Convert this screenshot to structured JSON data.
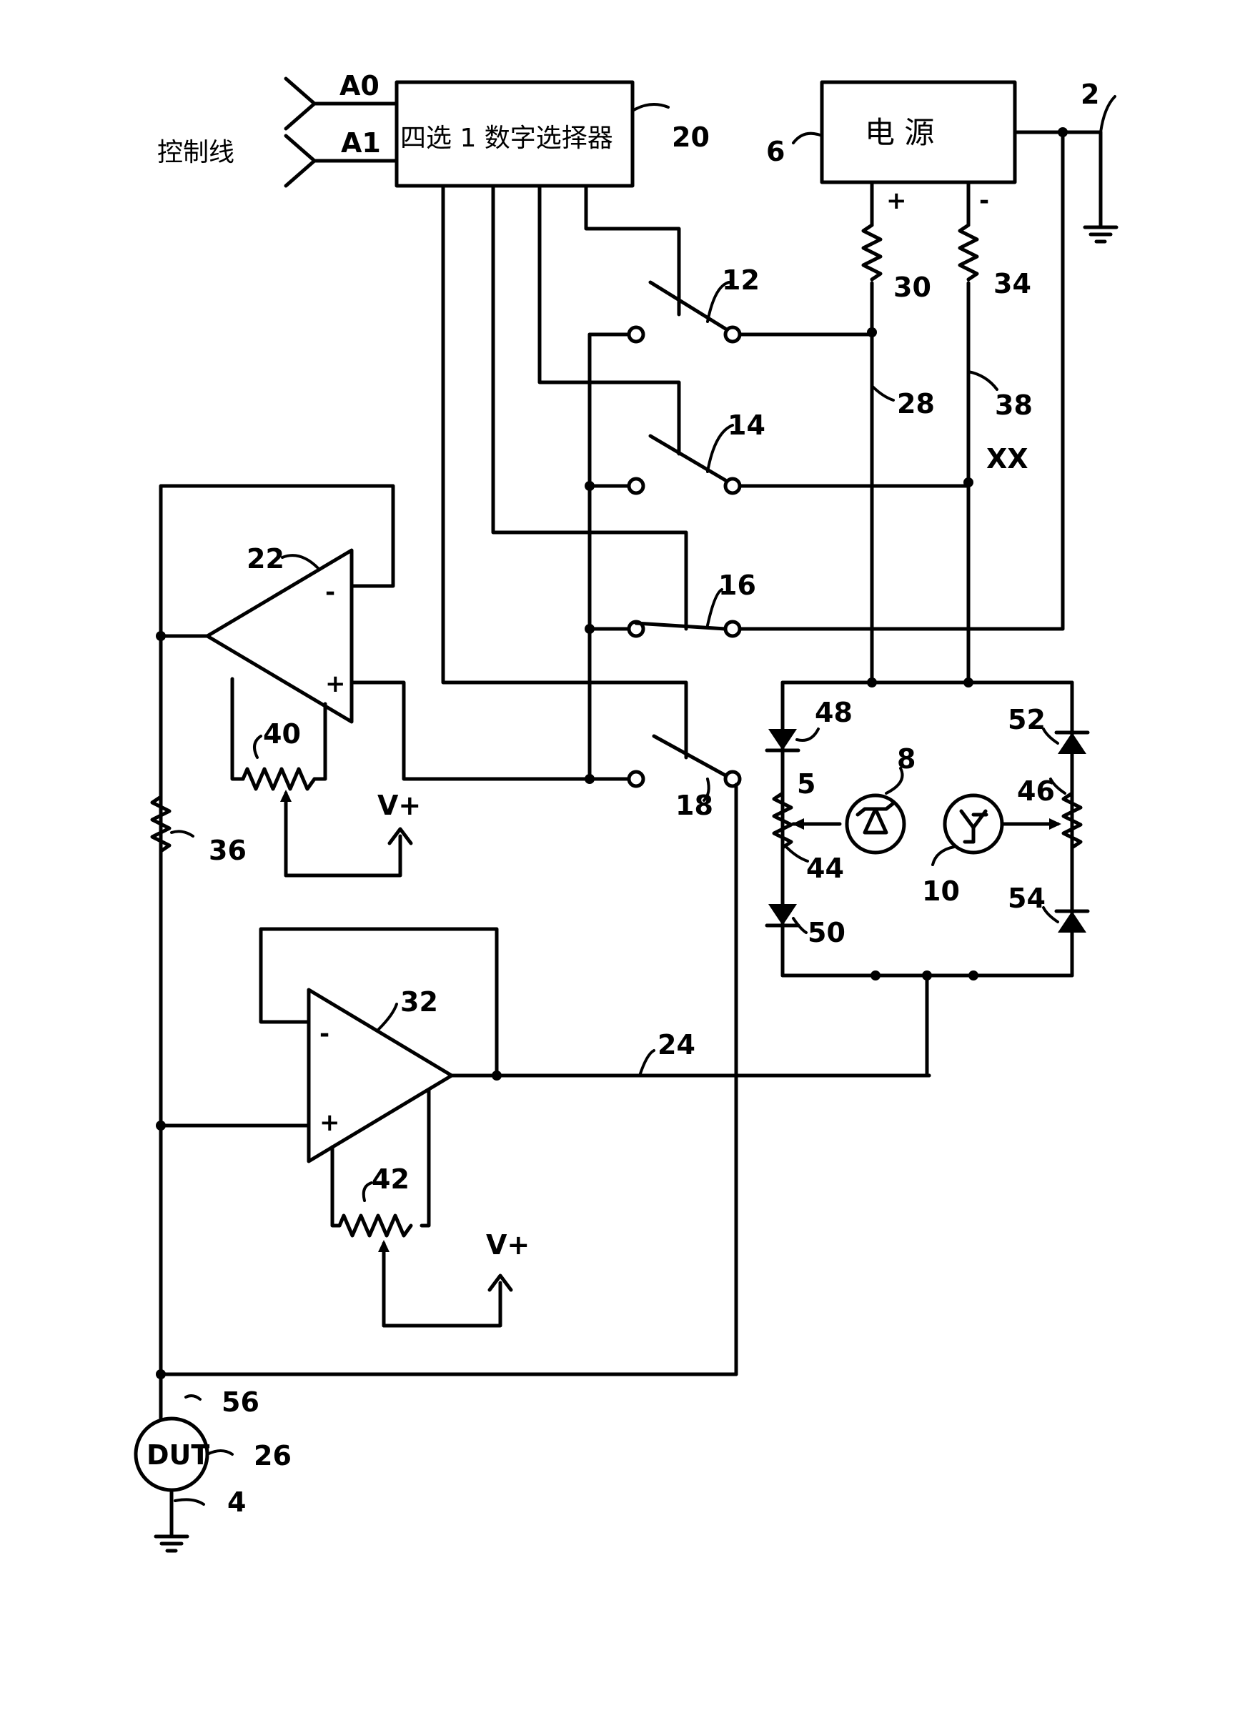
{
  "control_line_label": "控制线",
  "selector": {
    "text": "四选 1 数字选择器",
    "ref": "20",
    "inputs": [
      "A0",
      "A1"
    ]
  },
  "power_supply": {
    "text": "电  源",
    "ref": "6",
    "plus": "+",
    "minus": "-"
  },
  "ground_ref": "2",
  "switches": [
    "12",
    "14",
    "16",
    "18"
  ],
  "resistors": {
    "r30": "30",
    "r34": "34",
    "r36": "36",
    "p40": "40",
    "p42": "42",
    "p44": "44",
    "p46": "46"
  },
  "lines": {
    "l28": "28",
    "l38": "38",
    "l24": "24",
    "l56": "56",
    "l4": "4"
  },
  "xx_label": "XX",
  "amplifiers": {
    "a22": "22",
    "a32": "32",
    "minus": "-",
    "plus": "+"
  },
  "vplus": "V+",
  "diodes": {
    "d48": "48",
    "d50": "50",
    "d52": "52",
    "d54": "54"
  },
  "label_5": "5",
  "transistors": {
    "t8": "8",
    "t10": "10"
  },
  "dut": {
    "text": "DUT",
    "ref": "26"
  }
}
